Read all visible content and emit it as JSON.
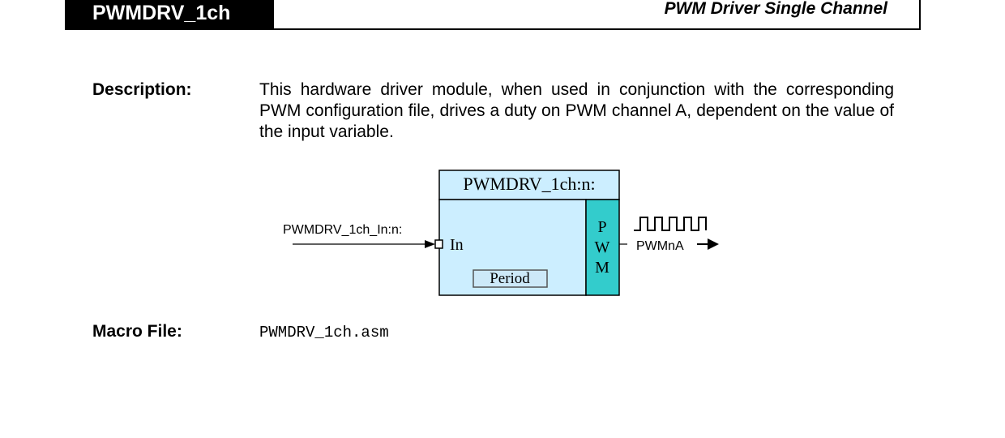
{
  "header": {
    "module_name": "PWMDRV_1ch",
    "title": "PWM Driver Single Channel"
  },
  "description": {
    "label": "Description:",
    "text": "This hardware driver module, when used in conjunction with the corresponding PWM configuration file, drives a duty on PWM channel A, dependent on the value of the input variable."
  },
  "diagram": {
    "block_title": "PWMDRV_1ch:n:",
    "input_net": "PWMDRV_1ch_In:n:",
    "input_pin": "In",
    "period_label": "Period",
    "pwm_letters": [
      "P",
      "W",
      "M"
    ],
    "output_net": "PWMnA",
    "colors": {
      "block_fill": "#cceeff",
      "pwm_fill": "#33cccc",
      "period_fill": "#cde9f8"
    }
  },
  "macro": {
    "label": "Macro File:",
    "file": "PWMDRV_1ch.asm"
  }
}
